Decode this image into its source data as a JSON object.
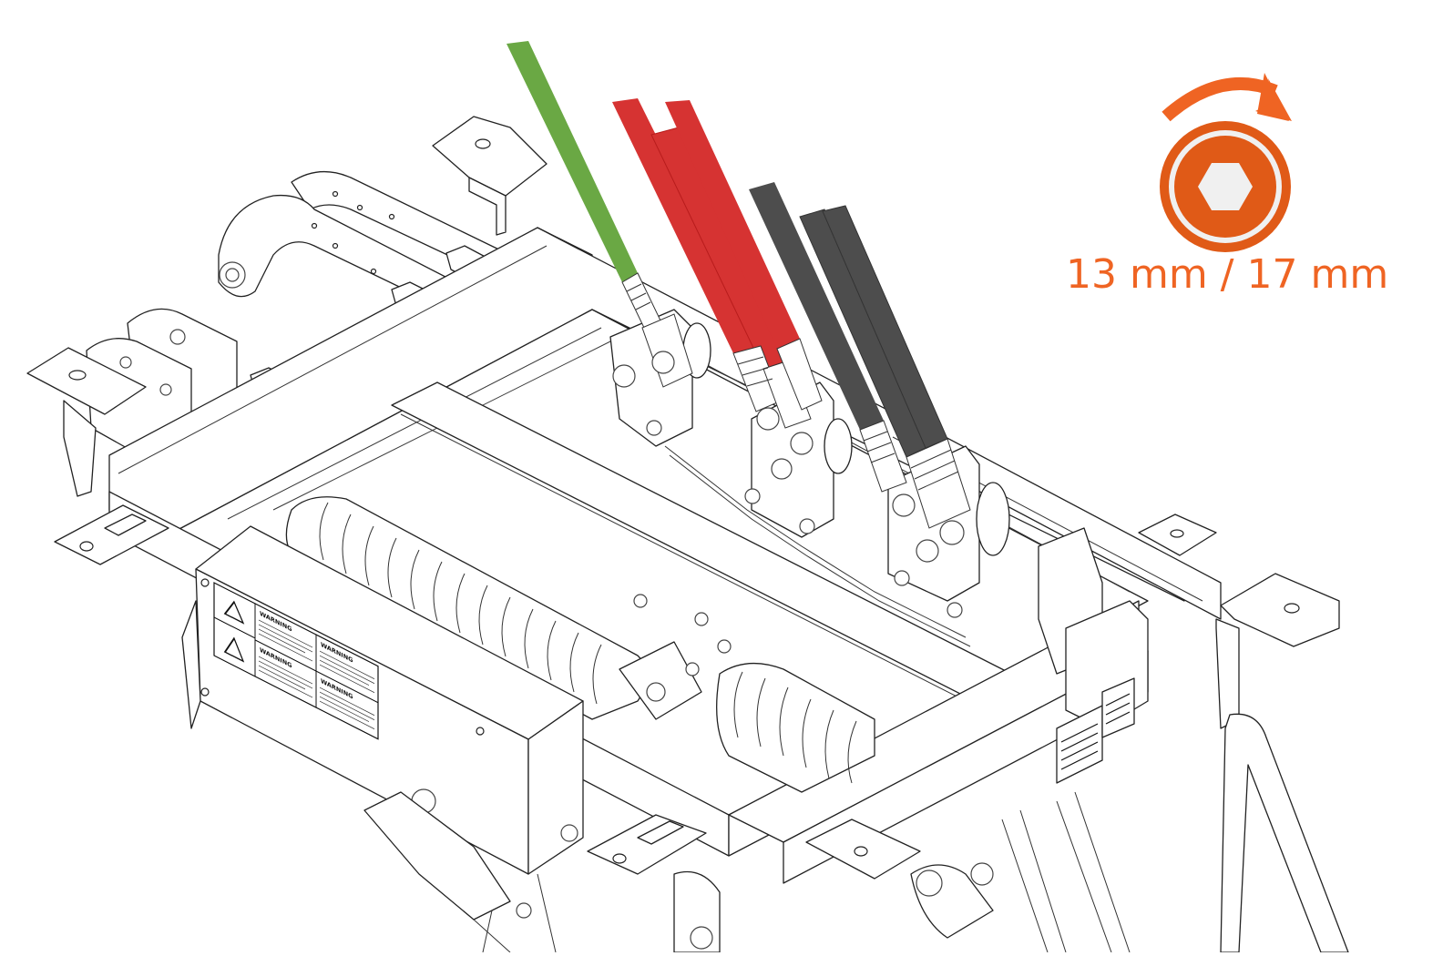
{
  "diagram": {
    "subject": "Isometric line drawing of a frame assembly with cable connections",
    "colors": {
      "line": "#222222",
      "background": "#ffffff",
      "accent_orange": "#ef6423",
      "icon_orange_dark": "#e05a17",
      "icon_fill": "#f0f0f0"
    },
    "cables": [
      {
        "name": "ground-cable",
        "color_name": "green",
        "color": "#6aa844"
      },
      {
        "name": "positive-cable-1",
        "color_name": "red",
        "color": "#d63332"
      },
      {
        "name": "positive-cable-2",
        "color_name": "red",
        "color": "#d63332"
      },
      {
        "name": "negative-cable-1",
        "color_name": "black",
        "color": "#4d4d4d"
      },
      {
        "name": "negative-cable-2",
        "color_name": "black",
        "color": "#4d4d4d"
      }
    ],
    "torque_icon": {
      "icon": "hex-socket-clockwise-icon",
      "label": "13 mm / 17 mm"
    },
    "control_box": {
      "labels": [
        "WARNING",
        "WARNING",
        "WARNING",
        "WARNING"
      ]
    }
  }
}
